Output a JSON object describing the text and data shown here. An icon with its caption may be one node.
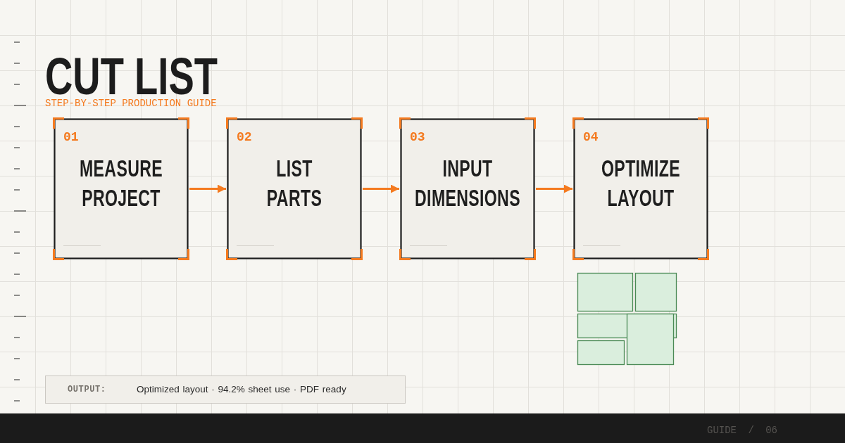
{
  "diagram": {
    "title": "CUT LIST",
    "nodes": [
      {
        "text": [
          "01",
          "MEASURE PROJECT"
        ]
      },
      {
        "text": [
          "02",
          "LIST PARTS"
        ]
      },
      {
        "text": [
          "03",
          "INPUT DIMENSIONS"
        ]
      },
      {
        "text": [
          "04",
          "OPTIMIZE LAYOUT"
        ]
      },
      {
        "text": [
          "OUTPUT:",
          "Optimized layout · 94.2% sheet use · PDF ready"
        ]
      }
    ],
    "edges": [
      {
        "from": 0,
        "to": 1,
        "arrow": "to"
      },
      {
        "from": 1,
        "to": 2,
        "arrow": "to"
      },
      {
        "from": 2,
        "to": 3,
        "arrow": "to"
      }
    ],
    "labels": [
      "STEP-BY-STEP PRODUCTION GUIDE",
      "GUIDE / 06"
    ]
  }
}
